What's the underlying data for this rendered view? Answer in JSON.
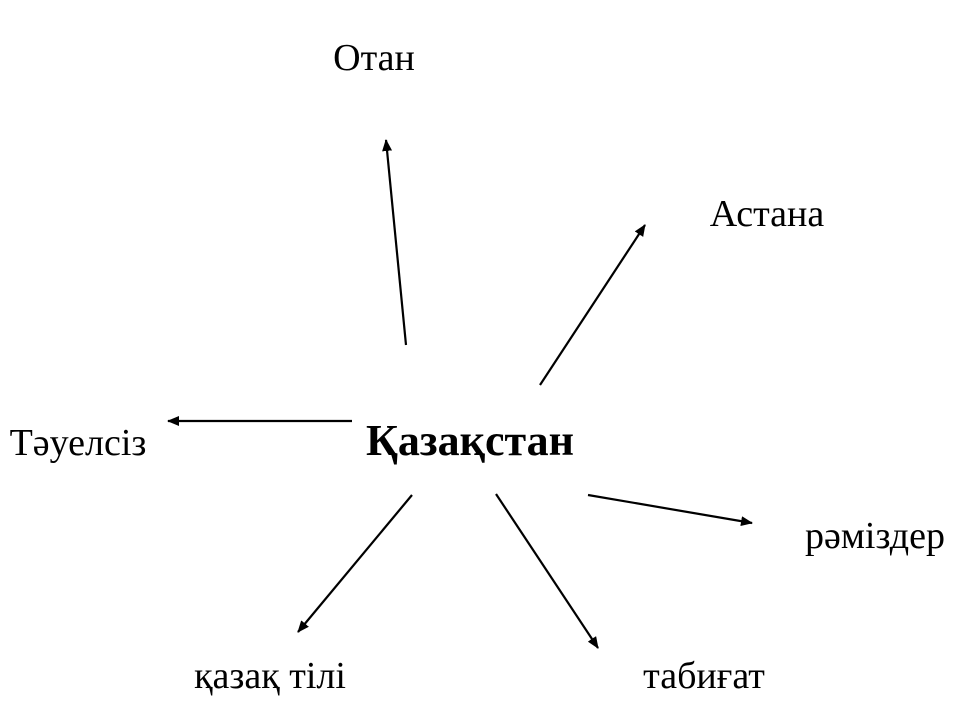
{
  "center": {
    "label": "Қазақстан"
  },
  "branches": [
    {
      "key": "otan",
      "label": "Отан"
    },
    {
      "key": "astana",
      "label": "Астана"
    },
    {
      "key": "tauelsiz",
      "label": "Тәуелсіз"
    },
    {
      "key": "ramizder",
      "label": "рәміздер"
    },
    {
      "key": "kazak-tili",
      "label": "қазақ тілі"
    },
    {
      "key": "tabigat",
      "label": "табиғат"
    }
  ],
  "colors": {
    "ink": "#000000",
    "background": "#ffffff"
  }
}
